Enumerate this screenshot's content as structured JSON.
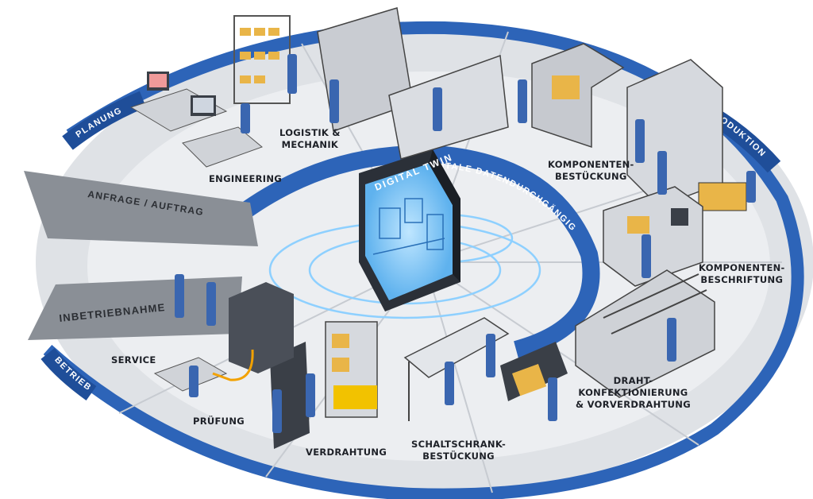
{
  "colors": {
    "ring_blue": "#2d64b8",
    "ring_blue_dark": "#1f4e99",
    "floor_light": "#e9ebee",
    "floor_mid": "#d5d8dc",
    "banner_gray": "#8a8f96",
    "banner_text": "#2b2e33",
    "twin_glow": "#6fc6ff",
    "accent_yellow": "#f2c200",
    "worker_blue": "#3a66b0"
  },
  "phases": {
    "planung": "PLANUNG",
    "produktion": "PRODUKTION",
    "betrieb": "BETRIEB"
  },
  "banners": {
    "anfrage": "ANFRAGE / AUFTRAG",
    "inbetriebnahme": "INBETRIEBNAHME"
  },
  "core": {
    "title": "DIGITAL TWIN",
    "ring_text": "DIGITALE DATENDURCHGÄNGIGKEIT"
  },
  "stations": {
    "engineering": "ENGINEERING",
    "logistik_line1": "LOGISTIK &",
    "logistik_line2": "MECHANIK",
    "bestueckung_line1": "KOMPONENTEN-",
    "bestueckung_line2": "BESTÜCKUNG",
    "beschriftung_line1": "KOMPONENTEN-",
    "beschriftung_line2": "BESCHRIFTUNG",
    "draht_line1": "DRAHT-",
    "draht_line2": "KONFEKTIONIERUNG",
    "draht_line3": "& VORVERDRAHTUNG",
    "schaltschrank_line1": "SCHALTSCHRANK-",
    "schaltschrank_line2": "BESTÜCKUNG",
    "verdrahtung": "VERDRAHTUNG",
    "pruefung": "PRÜFUNG",
    "service": "SERVICE"
  }
}
